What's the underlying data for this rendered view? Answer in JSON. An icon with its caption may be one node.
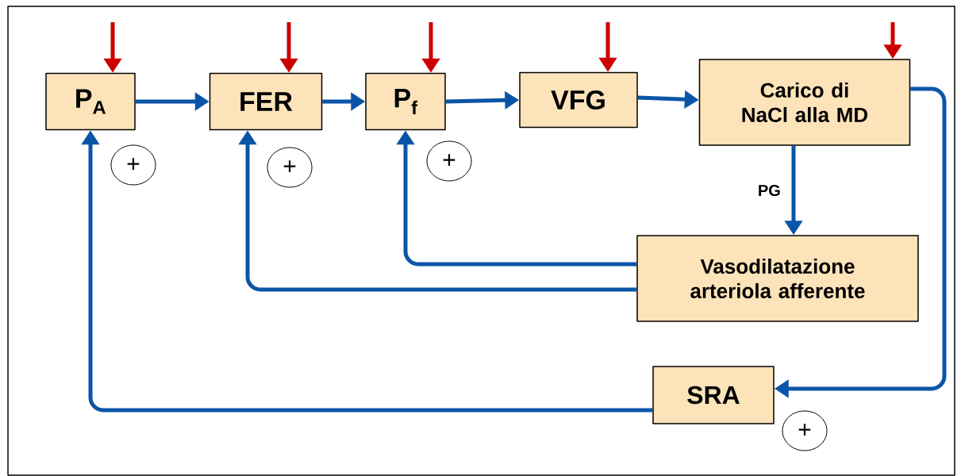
{
  "diagram": {
    "nodes": [
      {
        "text": [
          "P$_{A}$"
        ]
      },
      {
        "text": [
          "FER"
        ]
      },
      {
        "text": [
          "P$_{f}$"
        ]
      },
      {
        "text": [
          "VFG"
        ]
      },
      {
        "text": [
          "Carico di NaCl alla MD"
        ]
      },
      {
        "text": [
          "+"
        ]
      },
      {
        "text": [
          "+"
        ]
      },
      {
        "text": [
          "+"
        ]
      },
      {
        "text": [
          "Vasodilatazione arteriola afferente"
        ]
      },
      {
        "text": [
          "SRA"
        ]
      },
      {
        "text": [
          "+"
        ]
      }
    ],
    "edges": [
      {
        "from": null,
        "to": 0,
        "arrow": "to",
        "color": "#cc0000"
      },
      {
        "from": null,
        "to": 1,
        "arrow": "to",
        "color": "#cc0000"
      },
      {
        "from": null,
        "to": 2,
        "arrow": "to",
        "color": "#cc0000"
      },
      {
        "from": null,
        "to": 3,
        "arrow": "to",
        "color": "#cc0000"
      },
      {
        "from": null,
        "to": 4,
        "arrow": "to",
        "color": "#cc0000"
      },
      {
        "from": 0,
        "to": 1,
        "arrow": "to"
      },
      {
        "from": 1,
        "to": 2,
        "arrow": "to"
      },
      {
        "from": 2,
        "to": 3,
        "arrow": "to"
      },
      {
        "from": 3,
        "to": 4,
        "arrow": "to"
      },
      {
        "from": 4,
        "to": 8,
        "arrow": "to",
        "label": "PG"
      },
      {
        "from": 8,
        "to": 2,
        "arrow": "to"
      },
      {
        "from": 8,
        "to": 1,
        "arrow": "to"
      },
      {
        "from": 4,
        "to": 9,
        "arrow": "to"
      },
      {
        "from": 9,
        "to": 0,
        "arrow": "to"
      }
    ]
  }
}
